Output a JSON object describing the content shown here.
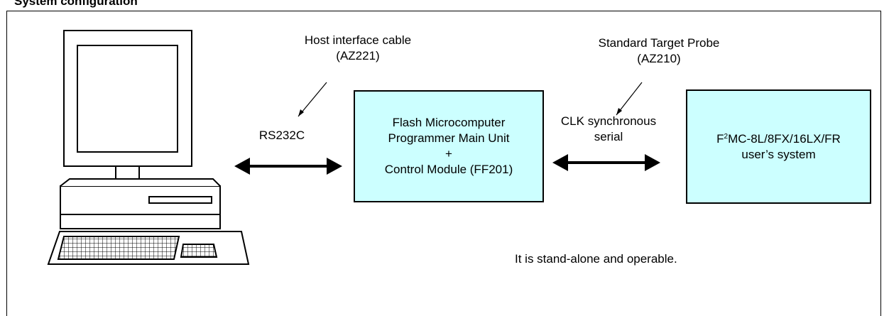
{
  "heading": "System configuration",
  "host_cable": {
    "line1": "Host interface cable",
    "line2": "(AZ221)"
  },
  "target_probe": {
    "line1": "Standard Target Probe",
    "line2": "(AZ210)"
  },
  "rs232c_label": "RS232C",
  "clk_label": {
    "line1": "CLK synchronous",
    "line2": "serial"
  },
  "main_unit": {
    "line1": "Flash Microcomputer",
    "line2": "Programmer Main Unit",
    "line3": "+",
    "line4": "Control Module (FF201)"
  },
  "user_system": {
    "prefix": "F",
    "superscript": "2",
    "suffix": "MC-8L/8FX/16LX/FR",
    "line2": "user’s system"
  },
  "note": "It is stand-alone and operable.",
  "colors": {
    "box_fill": "#ccffff",
    "line": "#000000"
  }
}
